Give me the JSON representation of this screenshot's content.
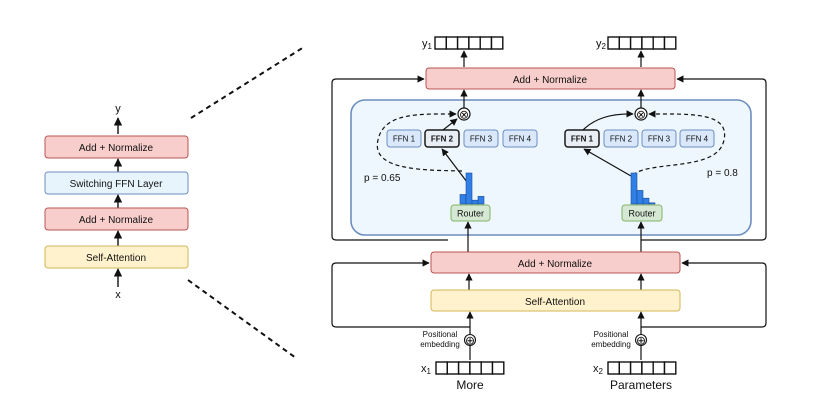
{
  "colors": {
    "add_norm_fill": "#f8cecc",
    "add_norm_stroke": "#b85450",
    "ffn_layer_fill": "#e8f4fc",
    "ffn_layer_stroke": "#6c8ebf",
    "attention_fill": "#fff2cc",
    "attention_stroke": "#d6b656",
    "router_fill": "#d5e8d4",
    "router_stroke": "#82b366",
    "expert_fill": "#dae8fc",
    "expert_stroke": "#6c8ebf",
    "moe_panel_fill": "#eef7fd",
    "moe_panel_stroke": "#6c8ebf",
    "histogram_bar": "#2f7fe6"
  },
  "left_block": {
    "output_label": "y",
    "input_label": "x",
    "layers": [
      {
        "label": "Add + Normalize",
        "kind": "add_norm"
      },
      {
        "label": "Switching FFN Layer",
        "kind": "ffn_layer"
      },
      {
        "label": "Add + Normalize",
        "kind": "add_norm"
      },
      {
        "label": "Self-Attention",
        "kind": "attention"
      }
    ]
  },
  "right_block": {
    "top_add_norm": "Add + Normalize",
    "bottom_add_norm": "Add + Normalize",
    "self_attention": "Self-Attention",
    "outputs": [
      {
        "label": "y",
        "subscript": "1"
      },
      {
        "label": "y",
        "subscript": "2"
      }
    ],
    "inputs": [
      {
        "label": "x",
        "subscript": "1",
        "token": "More",
        "pos_embedding": [
          "Positional",
          "embedding"
        ]
      },
      {
        "label": "x",
        "subscript": "2",
        "token": "Parameters",
        "pos_embedding": [
          "Positional",
          "embedding"
        ]
      }
    ],
    "token_paths": [
      {
        "router_label": "Router",
        "experts": [
          "FFN 1",
          "FFN 2",
          "FFN 3",
          "FFN 4"
        ],
        "selected_expert_index": 1,
        "gate_probability_label": "p = 0.65",
        "router_distribution": [
          0.2,
          0.65,
          0.08,
          0.16
        ]
      },
      {
        "router_label": "Router",
        "experts": [
          "FFN 1",
          "FFN 2",
          "FFN 3",
          "FFN 4"
        ],
        "selected_expert_index": 0,
        "gate_probability_label": "p = 0.8",
        "router_distribution": [
          0.8,
          0.35,
          0.15,
          0.03
        ]
      }
    ],
    "vector_cells": 6,
    "multiply_symbol": "⊗",
    "add_symbol": "⊕"
  }
}
